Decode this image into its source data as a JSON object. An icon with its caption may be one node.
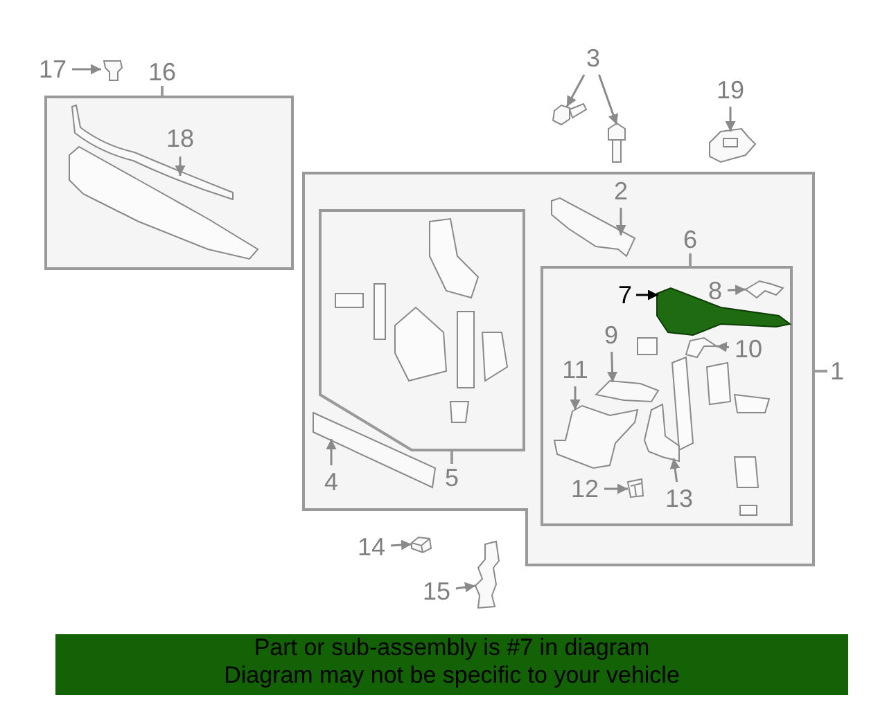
{
  "diagram": {
    "nodes": [
      {
        "text": [
          "17"
        ]
      },
      {
        "text": [],
        "shape": "picture"
      },
      {
        "text": [
          "16"
        ]
      },
      {
        "text": [
          "18"
        ],
        "in": 2
      },
      {
        "text": [],
        "shape": "picture",
        "in": 2
      },
      {
        "text": [
          "3"
        ]
      },
      {
        "text": [],
        "shape": "picture"
      },
      {
        "text": [],
        "shape": "picture"
      },
      {
        "text": [
          "19"
        ]
      },
      {
        "text": [],
        "shape": "picture"
      },
      {
        "text": [
          "1"
        ]
      },
      {
        "text": [
          "2"
        ],
        "in": 10
      },
      {
        "text": [],
        "shape": "picture",
        "in": 10
      },
      {
        "text": [
          "5"
        ],
        "in": 10
      },
      {
        "text": [
          "4"
        ],
        "in": 10
      },
      {
        "text": [],
        "shape": "picture",
        "in": 10
      },
      {
        "text": [
          "6"
        ],
        "in": 10
      },
      {
        "text": [
          "7"
        ],
        "in": 16
      },
      {
        "text": [],
        "shape": "picture",
        "in": 16
      },
      {
        "text": [
          "8"
        ],
        "in": 16
      },
      {
        "text": [],
        "shape": "picture",
        "in": 16
      },
      {
        "text": [
          "9"
        ],
        "in": 16
      },
      {
        "text": [],
        "shape": "picture",
        "in": 16
      },
      {
        "text": [
          "10"
        ],
        "in": 16
      },
      {
        "text": [],
        "shape": "picture",
        "in": 16
      },
      {
        "text": [
          "11"
        ],
        "in": 16
      },
      {
        "text": [],
        "shape": "picture",
        "in": 16
      },
      {
        "text": [
          "12"
        ],
        "in": 16
      },
      {
        "text": [],
        "shape": "picture",
        "in": 16
      },
      {
        "text": [
          "13"
        ],
        "in": 16
      },
      {
        "text": [],
        "shape": "picture",
        "in": 16
      },
      {
        "text": [
          "14"
        ]
      },
      {
        "text": [],
        "shape": "picture"
      },
      {
        "text": [
          "15"
        ]
      },
      {
        "text": [],
        "shape": "picture"
      }
    ],
    "edges": [
      {
        "from": 0,
        "to": 1,
        "arrow": "to"
      },
      {
        "from": 3,
        "to": 4,
        "arrow": "to"
      },
      {
        "from": 5,
        "to": 6,
        "arrow": "to"
      },
      {
        "from": 5,
        "to": 7,
        "arrow": "to"
      },
      {
        "from": 8,
        "to": 9,
        "arrow": "to"
      },
      {
        "from": 11,
        "to": 12,
        "arrow": "to"
      },
      {
        "from": 14,
        "to": 15,
        "arrow": "to"
      },
      {
        "from": 17,
        "to": 18,
        "arrow": "to",
        "color": "#000000"
      },
      {
        "from": 19,
        "to": 20,
        "arrow": "to"
      },
      {
        "from": 21,
        "to": 22,
        "arrow": "to"
      },
      {
        "from": 23,
        "to": 24,
        "arrow": "to"
      },
      {
        "from": 25,
        "to": 26,
        "arrow": "to"
      },
      {
        "from": 27,
        "to": 28,
        "arrow": "to"
      },
      {
        "from": 29,
        "to": 30,
        "arrow": "to"
      },
      {
        "from": 31,
        "to": 32,
        "arrow": "to"
      },
      {
        "from": 33,
        "to": 34,
        "arrow": "to"
      }
    ],
    "labels": [
      "Part or sub-assembly is #7 in diagram",
      "Diagram may not be specific to your vehicle"
    ]
  }
}
